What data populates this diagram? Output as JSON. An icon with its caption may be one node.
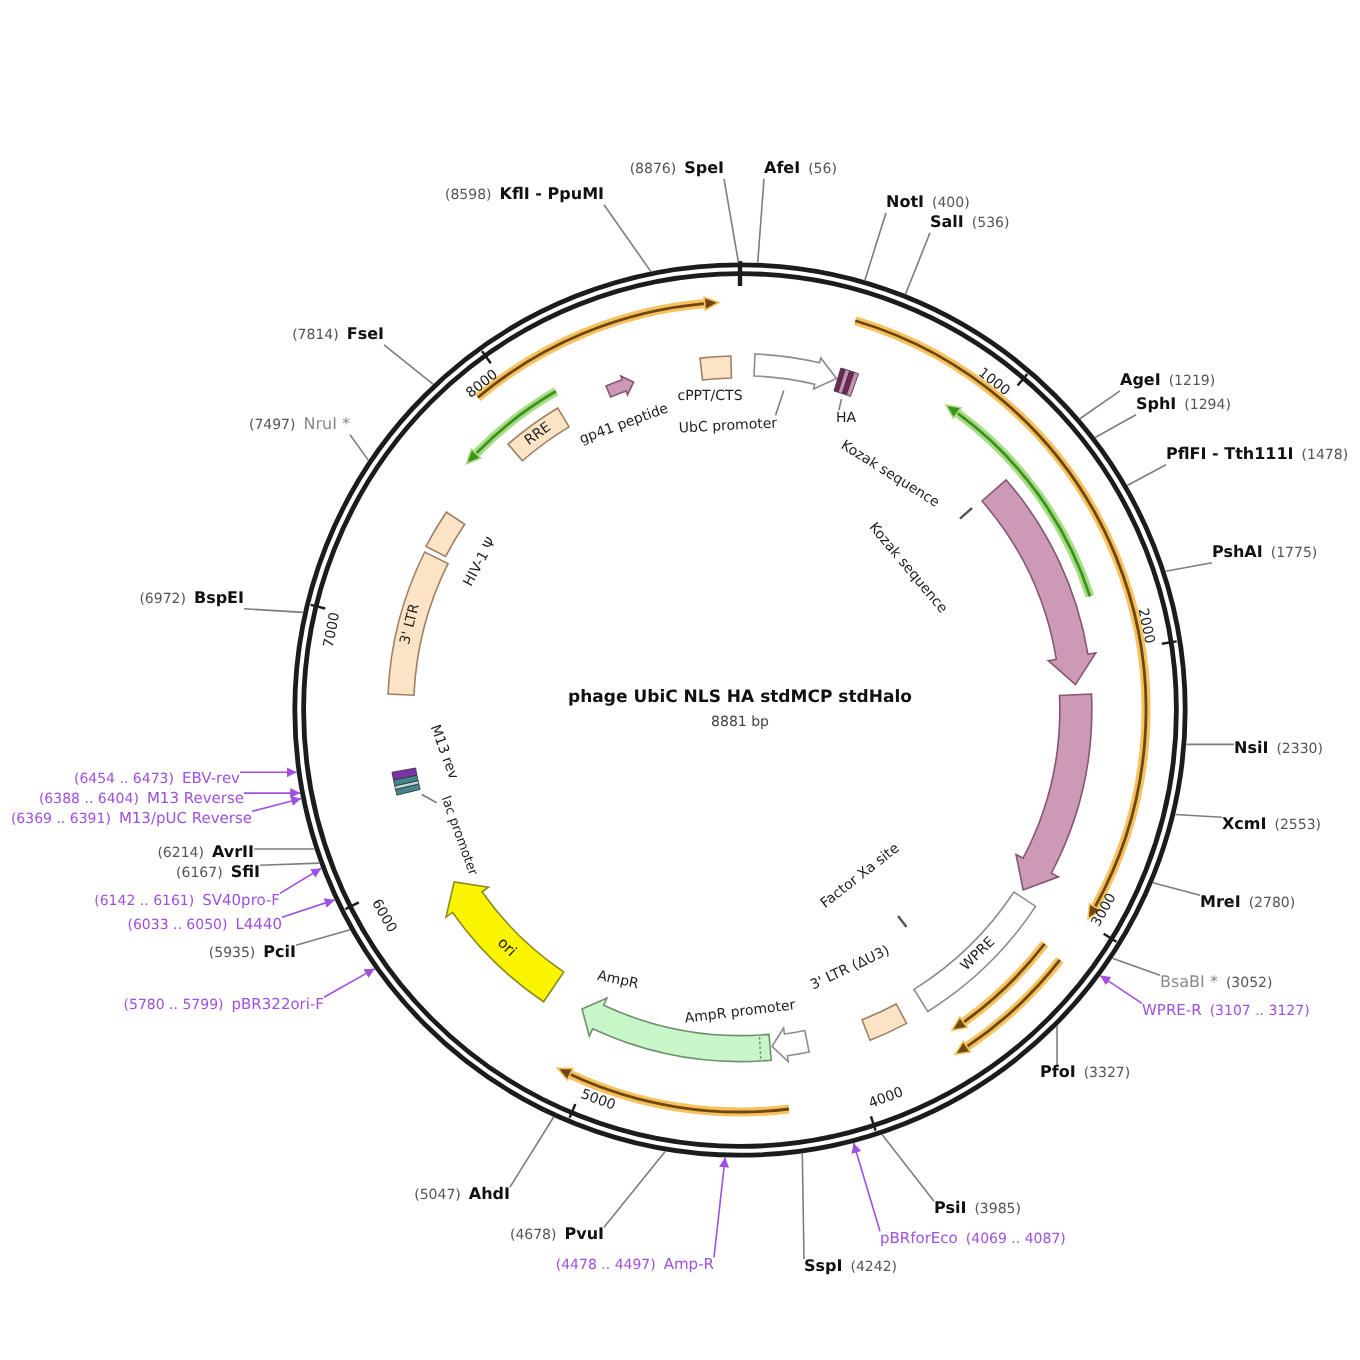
{
  "diagram": {
    "title": "phage UbiC NLS HA stdMCP stdHalo",
    "nodes": [
      {
        "text": [
          "(8876)",
          "SpeI"
        ]
      },
      {
        "text": [
          "AfeI",
          "(56)"
        ]
      },
      {
        "text": [
          "(8598)",
          "KflI - PpuMI"
        ]
      },
      {
        "text": [
          "NotI",
          "(400)"
        ]
      },
      {
        "text": [
          "SalI",
          "(536)"
        ]
      },
      {
        "text": [
          "(7814)",
          "FseI"
        ]
      },
      {
        "text": [
          "AgeI",
          "(1219)"
        ]
      },
      {
        "text": [
          "SphI",
          "(1294)"
        ]
      },
      {
        "text": [
          "(7497)",
          "NruI *"
        ]
      },
      {
        "text": [
          "PflFI - Tth111I",
          "(1478)"
        ]
      },
      {
        "text": [
          "PshAI",
          "(1775)"
        ]
      },
      {
        "text": [
          "(6972)",
          "BspEI"
        ]
      },
      {
        "text": [
          "NsiI",
          "(2330)"
        ]
      },
      {
        "text": [
          "(6454 .. 6473)",
          "EBV-rev"
        ]
      },
      {
        "text": [
          "(6388 .. 6404)",
          "M13 Reverse"
        ]
      },
      {
        "text": [
          "(6369 .. 6391)",
          "M13/pUC Reverse"
        ]
      },
      {
        "text": [
          "XcmI",
          "(2553)"
        ]
      },
      {
        "text": [
          "(6214)",
          "AvrII"
        ]
      },
      {
        "text": [
          "(6167)",
          "SfiI"
        ]
      },
      {
        "text": [
          "MreI",
          "(2780)"
        ]
      },
      {
        "text": [
          "(6142 .. 6161)",
          "SV40pro-F"
        ]
      },
      {
        "text": [
          "(6033 .. 6050)",
          "L4440"
        ]
      },
      {
        "text": [
          "(5935)",
          "PciI"
        ]
      },
      {
        "text": [
          "BsaBI *",
          "(3052)"
        ]
      },
      {
        "text": [
          "(5780 .. 5799)",
          "pBR322ori-F"
        ]
      },
      {
        "text": [
          "WPRE-R",
          "(3107 .. 3127)"
        ]
      },
      {
        "text": [
          "PfoI",
          "(3327)"
        ]
      },
      {
        "text": [
          "(5047)",
          "AhdI"
        ]
      },
      {
        "text": [
          "PsiI",
          "(3985)"
        ]
      },
      {
        "text": [
          "(4678)",
          "PvuI"
        ]
      },
      {
        "text": [
          "pBRforEco",
          "(4069 .. 4087)"
        ]
      },
      {
        "text": [
          "(4478 .. 4497)",
          "Amp-R"
        ]
      },
      {
        "text": [
          "SspI",
          "(4242)"
        ]
      },
      {
        "text": [
          "RRE"
        ]
      },
      {
        "text": [],
        "shape": "arrow",
        "beside": [
          "gp41 peptide"
        ]
      },
      {
        "text": [],
        "shape": "box",
        "beside": [
          "cPPT/CTS"
        ]
      },
      {
        "text": [],
        "shape": "arrow"
      },
      {
        "text": [
          "UbC promoter"
        ]
      },
      {
        "text": [],
        "shape": "bar"
      },
      {
        "text": [
          "HA"
        ]
      },
      {
        "text": [],
        "shape": "arrow"
      },
      {
        "text": [],
        "shape": "bar",
        "beside": [
          "Kozak sequence"
        ]
      },
      {
        "text": [],
        "shape": "box",
        "beside": [
          "HIV-1 Ψ"
        ]
      },
      {
        "text": [
          "3' LTR"
        ]
      },
      {
        "text": [],
        "shape": "arrow"
      },
      {
        "text": [],
        "shape": "bar",
        "beside": [
          "M13 rev"
        ]
      },
      {
        "text": [
          "lac promoter"
        ]
      },
      {
        "text": [],
        "shape": "bar",
        "beside": [
          "Factor Xa site"
        ]
      },
      {
        "text": [
          "WPRE"
        ]
      },
      {
        "text": [
          "ori"
        ]
      },
      {
        "text": [],
        "shape": "box",
        "beside": [
          "3' LTR (ΔU3)"
        ]
      },
      {
        "text": [],
        "shape": "arrow",
        "beside": [
          "AmpR"
        ]
      },
      {
        "text": [],
        "shape": "arrow",
        "beside": [
          "AmpR promoter"
        ]
      }
    ],
    "edges": [
      {
        "from": 0,
        "to": null,
        "arrow": "none"
      },
      {
        "from": 1,
        "to": null,
        "arrow": "none"
      },
      {
        "from": 2,
        "to": null,
        "arrow": "none"
      },
      {
        "from": 3,
        "to": null,
        "arrow": "none"
      },
      {
        "from": 4,
        "to": null,
        "arrow": "none"
      },
      {
        "from": 5,
        "to": null,
        "arrow": "none"
      },
      {
        "from": 6,
        "to": null,
        "arrow": "none"
      },
      {
        "from": 7,
        "to": null,
        "arrow": "none"
      },
      {
        "from": 8,
        "to": null,
        "arrow": "none"
      },
      {
        "from": 9,
        "to": null,
        "arrow": "none"
      },
      {
        "from": 10,
        "to": null,
        "arrow": "none"
      },
      {
        "from": 11,
        "to": null,
        "arrow": "none"
      },
      {
        "from": 12,
        "to": null,
        "arrow": "none"
      },
      {
        "from": 13,
        "to": null,
        "arrow": "to",
        "color": "#a050e0"
      },
      {
        "from": 14,
        "to": null,
        "arrow": "to",
        "color": "#a050e0"
      },
      {
        "from": 15,
        "to": null,
        "arrow": "to",
        "color": "#a050e0"
      },
      {
        "from": 16,
        "to": null,
        "arrow": "none"
      },
      {
        "from": 17,
        "to": null,
        "arrow": "none"
      },
      {
        "from": 18,
        "to": null,
        "arrow": "none"
      },
      {
        "from": 19,
        "to": null,
        "arrow": "none"
      },
      {
        "from": 20,
        "to": null,
        "arrow": "to",
        "color": "#a050e0"
      },
      {
        "from": 21,
        "to": null,
        "arrow": "to",
        "color": "#a050e0"
      },
      {
        "from": 22,
        "to": null,
        "arrow": "none"
      },
      {
        "from": 23,
        "to": null,
        "arrow": "none"
      },
      {
        "from": 24,
        "to": null,
        "arrow": "to",
        "color": "#a050e0"
      },
      {
        "from": 25,
        "to": null,
        "arrow": "to",
        "color": "#a050e0"
      },
      {
        "from": 26,
        "to": null,
        "arrow": "none"
      },
      {
        "from": 27,
        "to": null,
        "arrow": "none"
      },
      {
        "from": 28,
        "to": null,
        "arrow": "none"
      },
      {
        "from": 29,
        "to": null,
        "arrow": "none"
      },
      {
        "from": 30,
        "to": null,
        "arrow": "to",
        "color": "#a050e0"
      },
      {
        "from": 31,
        "to": null,
        "arrow": "to",
        "color": "#a050e0"
      },
      {
        "from": 32,
        "to": null,
        "arrow": "none"
      },
      {
        "from": 37,
        "to": 36,
        "arrow": "none"
      },
      {
        "from": 39,
        "to": 38,
        "arrow": "none"
      },
      {
        "from": 46,
        "to": 45,
        "arrow": "none"
      }
    ],
    "labels": [
      "1000",
      "8000",
      "Kozak sequence",
      "2000",
      "7000",
      "8881 bp",
      "3000",
      "6000",
      "4000",
      "5000"
    ]
  }
}
